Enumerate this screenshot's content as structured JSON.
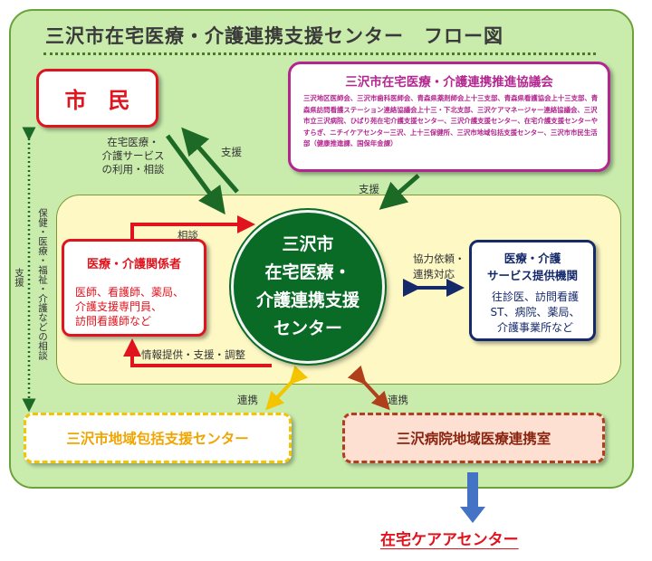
{
  "title": "三沢市在宅医療・介護連携支援センター　フロー図",
  "shimin": "市民",
  "council": {
    "title": "三沢市在宅医療・介護連携推進協議会",
    "body": "三沢地区医師会、三沢市歯科医師会、青森県薬剤師会上十三支部、青森県看護協会上十三支部、青森県訪問看護ステーション連絡協議会上十三・下北支部、三沢ケアマネージャー連絡協議会、三沢市立三沢病院、ひばり苑在宅介護支援センター、三沢介護支援センター、在宅介護支援センターやすらぎ、ニチイケアセンター三沢、上十三保健所、三沢市地域包括支援センター、三沢市市民生活部（健康推進課、国保年金課）"
  },
  "kankei": {
    "title": "医療・介護関係者",
    "lines": [
      "医師、看護師、薬局、",
      "介護支援専門員、",
      "訪問看護師など"
    ]
  },
  "center": {
    "lines": [
      "三沢市",
      "在宅医療・",
      "介護連携支援",
      "センター"
    ]
  },
  "kikan": {
    "title_lines": [
      "医療・介護",
      "サービス提供機関"
    ],
    "lines": [
      "往診医、訪問看護",
      "ST、病院、薬局、",
      "介護事業所など"
    ]
  },
  "houkatsu": "三沢市地域包括支援センター",
  "byouin": "三沢病院地域医療連携室",
  "care_center": "在宅ケアアセンター",
  "labels": {
    "citizen_use": [
      "在宅医療・",
      "介護サービス",
      "の利用・相談"
    ],
    "support_citizen": "支援",
    "support_council": "支援",
    "soudan": "相談",
    "joho": "情報提供・支援・調整",
    "kyoryoku": [
      "協力依頼・",
      "連携対応"
    ],
    "renkei_left": "連携",
    "renkei_right": "連携",
    "vertical_left": "保健・医療・福祉・介護などの相談",
    "vertical_outer": "支援"
  },
  "colors": {
    "red": "#e0141e",
    "purple": "#b3268f",
    "navy": "#152a6a",
    "green_dark": "#0a6b27",
    "yellow": "#f5c400",
    "brown": "#b0401c",
    "blue_arrow": "#4472c4"
  }
}
